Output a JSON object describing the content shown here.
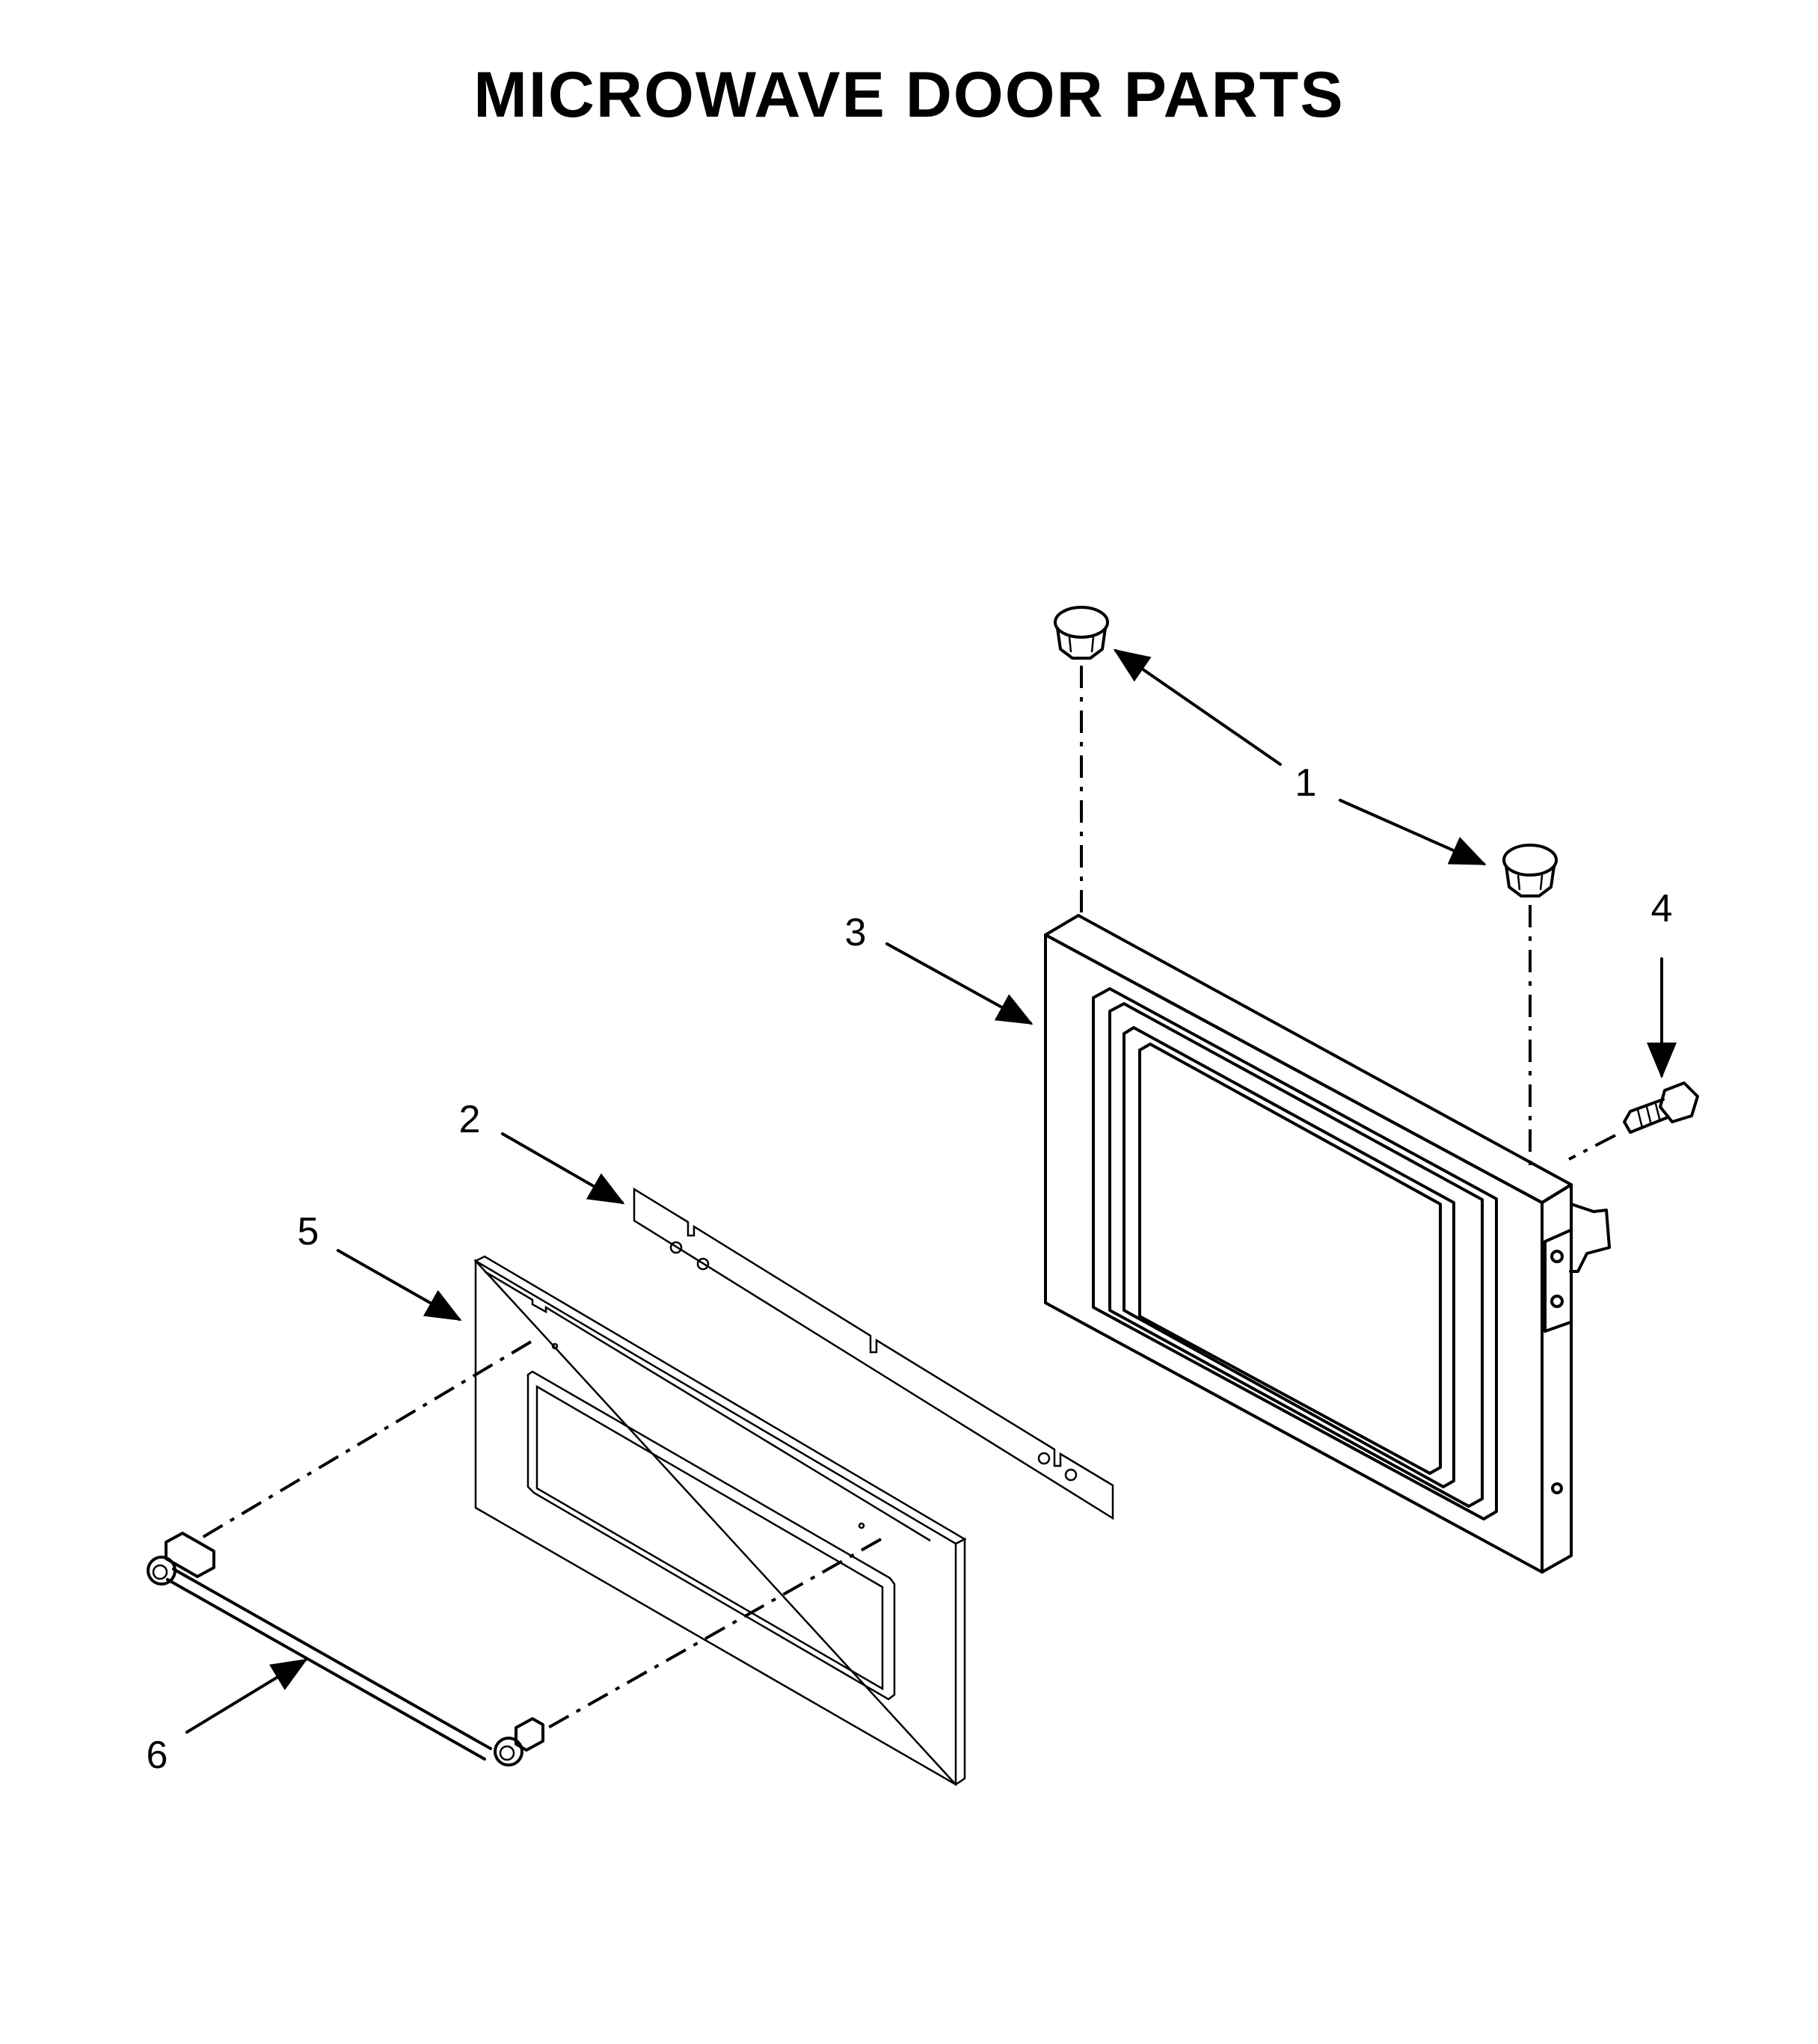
{
  "title": "MICROWAVE DOOR PARTS",
  "callouts": [
    {
      "id": "1",
      "label": "1"
    },
    {
      "id": "2",
      "label": "2"
    },
    {
      "id": "3",
      "label": "3"
    },
    {
      "id": "4",
      "label": "4"
    },
    {
      "id": "5",
      "label": "5"
    },
    {
      "id": "6",
      "label": "6"
    }
  ]
}
